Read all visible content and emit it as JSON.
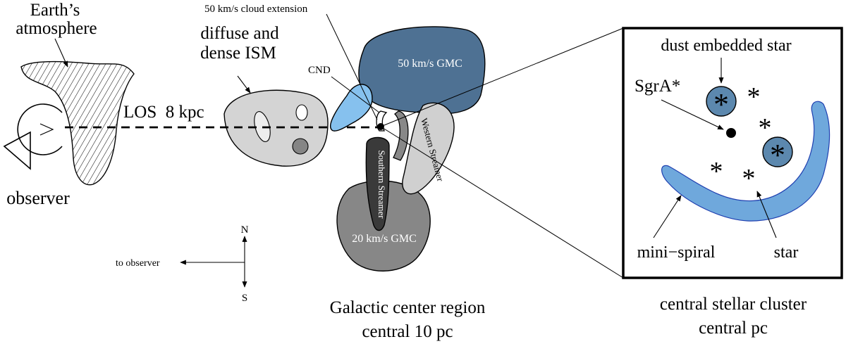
{
  "labels": {
    "earth_atmosphere_line1": "Earth’s",
    "earth_atmosphere_line2": "atmosphere",
    "observer": "observer",
    "los": "LOS  8 kpc",
    "ism_line1": "diffuse and",
    "ism_line2": "dense ISM",
    "cloud_extension": "50 km/s cloud extension",
    "cnd": "CND",
    "gmc50": "50 km/s GMC",
    "gmc20": "20 km/s GMC",
    "southern_streamer": "Southern Streamer",
    "western_streamer": "Western Streamer",
    "compass_n": "N",
    "compass_s": "S",
    "to_observer": "to observer",
    "gc_region_line1": "Galactic center region",
    "gc_region_line2": "central 10 pc"
  },
  "inset": {
    "dust_star": "dust embedded star",
    "sgra": "SgrA*",
    "mini_spiral": "mini−spiral",
    "star": "star",
    "caption_line1": "central stellar cluster",
    "caption_line2": "central pc",
    "star_glyph": "*"
  },
  "colors": {
    "gmc50": "#4e7193",
    "cnd": "#86c1ee",
    "gmc20": "#878787",
    "southern_streamer": "#3a3a3a",
    "western_streamer": "#d0d0d0",
    "ism": "#d4d4d4",
    "mini_spiral": "#6fa8dc",
    "dust_star": "#5c88ae"
  }
}
